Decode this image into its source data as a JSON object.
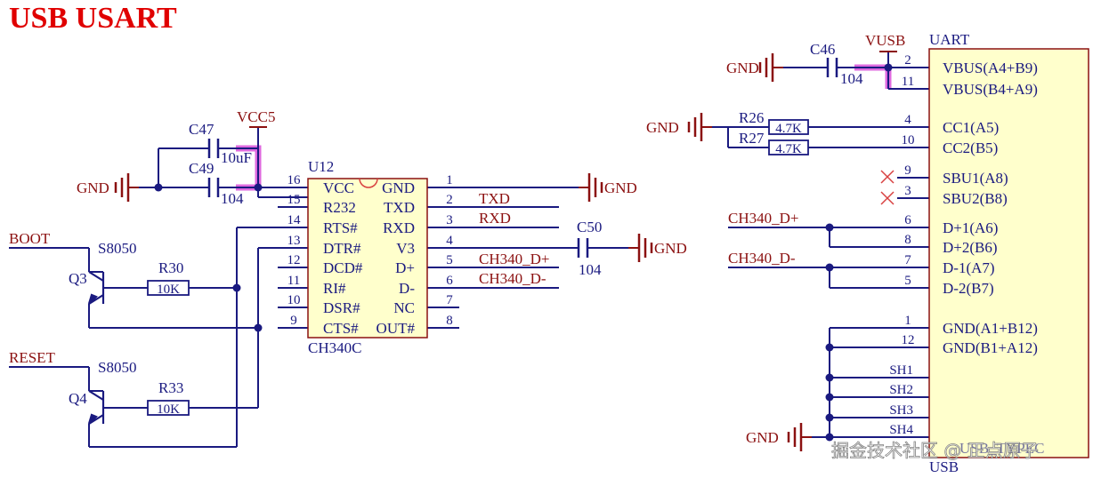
{
  "title": "USB USART",
  "colors": {
    "wire": "#1a1a80",
    "net_label": "#8b1010",
    "part_fill": "#ffffcc",
    "part_border": "#8b1010",
    "highlight": "#d94fd9",
    "title": "#e00000",
    "junction": "#1a1a80"
  },
  "u12": {
    "designator": "U12",
    "part": "CH340C",
    "left_pins": [
      {
        "num": "16",
        "name": "VCC"
      },
      {
        "num": "15",
        "name": "R232"
      },
      {
        "num": "14",
        "name": "RTS#"
      },
      {
        "num": "13",
        "name": "DTR#"
      },
      {
        "num": "12",
        "name": "DCD#"
      },
      {
        "num": "11",
        "name": "RI#"
      },
      {
        "num": "10",
        "name": "DSR#"
      },
      {
        "num": "9",
        "name": "CTS#"
      }
    ],
    "right_pins": [
      {
        "num": "1",
        "name": "GND"
      },
      {
        "num": "2",
        "name": "TXD"
      },
      {
        "num": "3",
        "name": "RXD"
      },
      {
        "num": "4",
        "name": "V3"
      },
      {
        "num": "5",
        "name": "D+"
      },
      {
        "num": "6",
        "name": "D-"
      },
      {
        "num": "7",
        "name": "NC"
      },
      {
        "num": "8",
        "name": "OUT#"
      }
    ]
  },
  "usb": {
    "designator": "UART",
    "part": "USB",
    "part_overlay": "USB_TYPEC",
    "pins": [
      {
        "num": "2",
        "name": "VBUS(A4+B9)"
      },
      {
        "num": "11",
        "name": "VBUS(B4+A9)"
      },
      {
        "num": "4",
        "name": "CC1(A5)"
      },
      {
        "num": "10",
        "name": "CC2(B5)"
      },
      {
        "num": "9",
        "name": "SBU1(A8)"
      },
      {
        "num": "3",
        "name": "SBU2(B8)"
      },
      {
        "num": "6",
        "name": "D+1(A6)"
      },
      {
        "num": "8",
        "name": "D+2(B6)"
      },
      {
        "num": "7",
        "name": "D-1(A7)"
      },
      {
        "num": "5",
        "name": "D-2(B7)"
      },
      {
        "num": "1",
        "name": "GND(A1+B12)"
      },
      {
        "num": "12",
        "name": "GND(B1+A12)"
      },
      {
        "num": "SH1",
        "name": ""
      },
      {
        "num": "SH2",
        "name": ""
      },
      {
        "num": "SH3",
        "name": ""
      },
      {
        "num": "SH4",
        "name": ""
      }
    ]
  },
  "nets": {
    "vcc5": "VCC5",
    "vusb": "VUSB",
    "gnd": "GND",
    "txd": "TXD",
    "rxd": "RXD",
    "dplus": "CH340_D+",
    "dminus": "CH340_D-",
    "boot": "BOOT",
    "reset": "RESET"
  },
  "components": {
    "c47": {
      "ref": "C47",
      "value": "10uF"
    },
    "c49": {
      "ref": "C49",
      "value": "104"
    },
    "c46": {
      "ref": "C46",
      "value": "104"
    },
    "c50": {
      "ref": "C50",
      "value": "104"
    },
    "r26": {
      "ref": "R26",
      "value": "4.7K"
    },
    "r27": {
      "ref": "R27",
      "value": "4.7K"
    },
    "r30": {
      "ref": "R30",
      "value": "10K"
    },
    "r33": {
      "ref": "R33",
      "value": "10K"
    },
    "q3": {
      "ref": "Q3",
      "part": "S8050"
    },
    "q4": {
      "ref": "Q4",
      "part": "S8050"
    }
  },
  "watermark": "掘金技术社区 @ 正点原子"
}
